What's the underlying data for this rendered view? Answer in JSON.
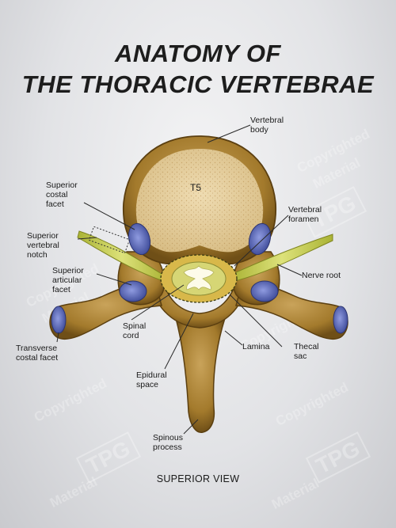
{
  "title": {
    "line1": "ANATOMY OF",
    "line2": "THE THORACIC VERTEBRAE"
  },
  "vertebra_level": "T5",
  "labels": {
    "vertebral_body": "Vertebral\nbody",
    "superior_costal_facet": "Superior\ncostal\nfacet",
    "superior_vertebral_notch": "Superior\nvertebral\nnotch",
    "superior_articular_facet": "Superior\narticular\nfacet",
    "vertebral_foramen": "Vertebral\nforamen",
    "nerve_root": "Nerve root",
    "spinal_cord": "Spinal\ncord",
    "transverse_costal_facet": "Transverse\ncostal facet",
    "lamina": "Lamina",
    "thecal_sac": "Thecal\nsac",
    "epidural_space": "Epidural\nspace",
    "spinous_process": "Spinous\nprocess"
  },
  "view_caption": "SUPERIOR VIEW",
  "watermark": {
    "line1": "Copyrighted",
    "line2": "Material",
    "logo": "TPG"
  },
  "colors": {
    "bone_outer": "#a37a2c",
    "bone_cancellous": "#e4cd9c",
    "cartilage_facet": "#5f6fb6",
    "nerve": "#c4cd52",
    "spinal_cord": "#d6d675",
    "thecal_sac": "#d8b84a"
  },
  "icons": {
    "leader_lines": "line",
    "dashed_notch_outline": "dashed-rect"
  }
}
